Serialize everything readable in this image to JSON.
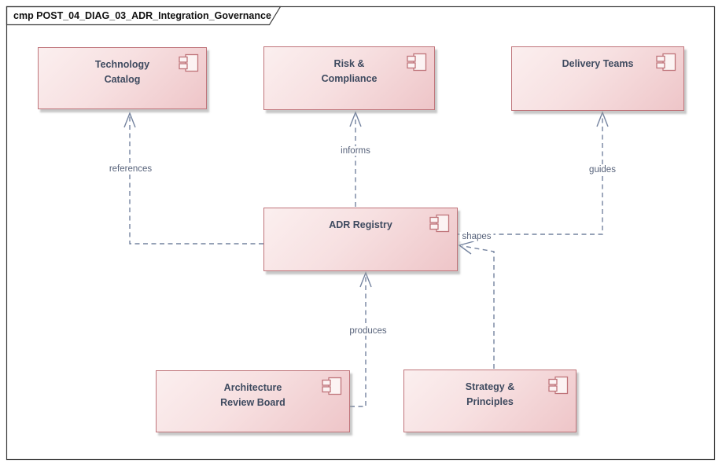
{
  "frame": {
    "title": "cmp POST_04_DIAG_03_ADR_Integration_Governance"
  },
  "components": {
    "technology_catalog": {
      "label": "Technology\nCatalog"
    },
    "risk_compliance": {
      "label": "Risk &\nCompliance"
    },
    "delivery_teams": {
      "label": "Delivery Teams"
    },
    "adr_registry": {
      "label": "ADR Registry"
    },
    "architecture_review_board": {
      "label": "Architecture\nReview Board"
    },
    "strategy_principles": {
      "label": "Strategy &\nPrinciples"
    }
  },
  "connectors": {
    "references": {
      "label": "references",
      "from": "ADR Registry",
      "to": "Technology Catalog",
      "style": "dashed-dependency"
    },
    "informs": {
      "label": "informs",
      "from": "ADR Registry",
      "to": "Risk & Compliance",
      "style": "dashed-dependency"
    },
    "guides": {
      "label": "guides",
      "from": "ADR Registry",
      "to": "Delivery Teams",
      "style": "dashed-dependency"
    },
    "produces": {
      "label": "produces",
      "from": "Architecture Review Board",
      "to": "ADR Registry",
      "style": "dashed-dependency"
    },
    "shapes": {
      "label": "shapes",
      "from": "Strategy & Principles",
      "to": "ADR Registry",
      "style": "dashed-dependency"
    }
  },
  "colors": {
    "component_fill_light": "#fbefef",
    "component_fill_dark": "#eec5c8",
    "component_border": "#bf747a",
    "connector": "#74839f",
    "component_text": "#3e4a5f",
    "connector_label_text": "#57627a",
    "frame_border": "#3c3c3c"
  }
}
